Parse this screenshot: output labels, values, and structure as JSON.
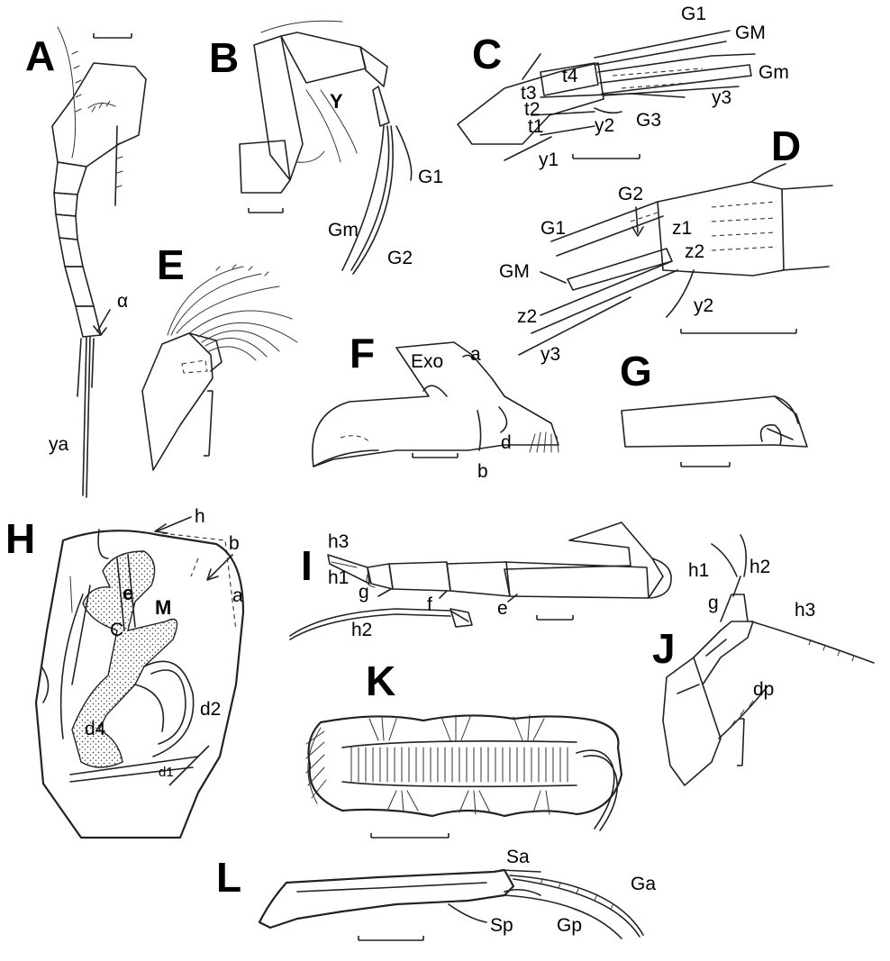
{
  "panels": {
    "A": {
      "letter": "A",
      "labels": {
        "alpha": "α",
        "ya": "ya"
      }
    },
    "B": {
      "letter": "B",
      "labels": {
        "Y": "Y",
        "G1": "G1",
        "Gm": "Gm",
        "G2": "G2"
      }
    },
    "C": {
      "letter": "C",
      "labels": {
        "G1": "G1",
        "GM": "GM",
        "Gm": "Gm",
        "t4": "t4",
        "t3": "t3",
        "t2": "t2",
        "t1": "t1",
        "y3": "y3",
        "y2": "y2",
        "G3": "G3",
        "y1": "y1"
      }
    },
    "D": {
      "letter": "D",
      "labels": {
        "G2": "G2",
        "G1": "G1",
        "z1": "z1",
        "z2a": "z2",
        "GM": "GM",
        "z2b": "z2",
        "y2": "y2",
        "y3": "y3"
      }
    },
    "E": {
      "letter": "E"
    },
    "F": {
      "letter": "F",
      "labels": {
        "Exo": "Exo",
        "a": "a",
        "d": "d",
        "b": "b"
      }
    },
    "G": {
      "letter": "G"
    },
    "H": {
      "letter": "H",
      "labels": {
        "h": "h",
        "b": "b",
        "a": "a",
        "e": "e",
        "M": "M",
        "C": "C",
        "d2": "d2",
        "d4": "d4",
        "d1": "d1"
      }
    },
    "I": {
      "letter": "I",
      "labels": {
        "h3": "h3",
        "h1": "h1",
        "g": "g",
        "f": "f",
        "e": "e",
        "h2": "h2"
      }
    },
    "J": {
      "letter": "J",
      "labels": {
        "h1": "h1",
        "h2": "h2",
        "g": "g",
        "h3": "h3",
        "dp": "dp"
      }
    },
    "K": {
      "letter": "K"
    },
    "L": {
      "letter": "L",
      "labels": {
        "Sa": "Sa",
        "Ga": "Ga",
        "Sp": "Sp",
        "Gp": "Gp"
      }
    }
  },
  "colors": {
    "ink": "#222222",
    "background": "#ffffff"
  }
}
